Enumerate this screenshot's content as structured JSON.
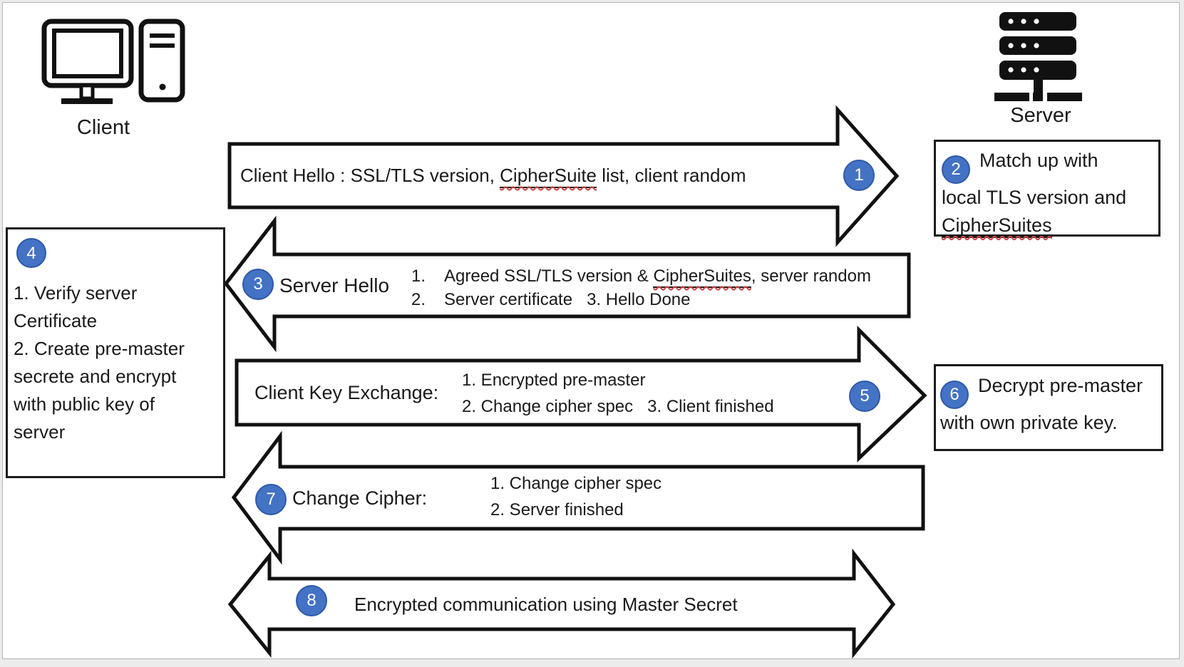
{
  "colors": {
    "badge_fill": "#4472C4",
    "badge_border": "#2E5AA8",
    "shape_outline": "#111111",
    "spellcheck_wavy": "#cc4444"
  },
  "client": {
    "label": "Client"
  },
  "server": {
    "label": "Server"
  },
  "arrow1": {
    "badge": "1",
    "text_pre": "Client Hello : SSL/TLS version, ",
    "text_word": "CipherSuite",
    "text_post": " list, client random"
  },
  "box2": {
    "badge": "2",
    "line1": "Match up with",
    "line2": "local TLS version and",
    "line3_word": "CipherSuites"
  },
  "arrow2": {
    "badge": "3",
    "title": "Server Hello",
    "item1_num": "1.",
    "item1_pre": "Agreed SSL/TLS version & ",
    "item1_word": "CipherSuites",
    "item1_post": ", server random",
    "item2_num": "2.",
    "item2_text": "Server certificate   3. Hello Done"
  },
  "box4": {
    "badge": "4",
    "lines": [
      "1. Verify server",
      "Certificate",
      "2. Create pre-master",
      "secrete and encrypt",
      "with public key of",
      "server"
    ]
  },
  "arrow3": {
    "badge": "5",
    "title": "Client Key Exchange:",
    "item1": "1. Encrypted pre-master",
    "item2": "2. Change cipher spec   3. Client finished"
  },
  "box6": {
    "badge": "6",
    "line1": "Decrypt pre-master",
    "line2": "with own private key."
  },
  "arrow4": {
    "badge": "7",
    "title": "Change Cipher:",
    "item1": "1. Change cipher spec",
    "item2": "2. Server finished"
  },
  "arrow5": {
    "badge": "8",
    "text": "Encrypted communication using Master Secret"
  }
}
